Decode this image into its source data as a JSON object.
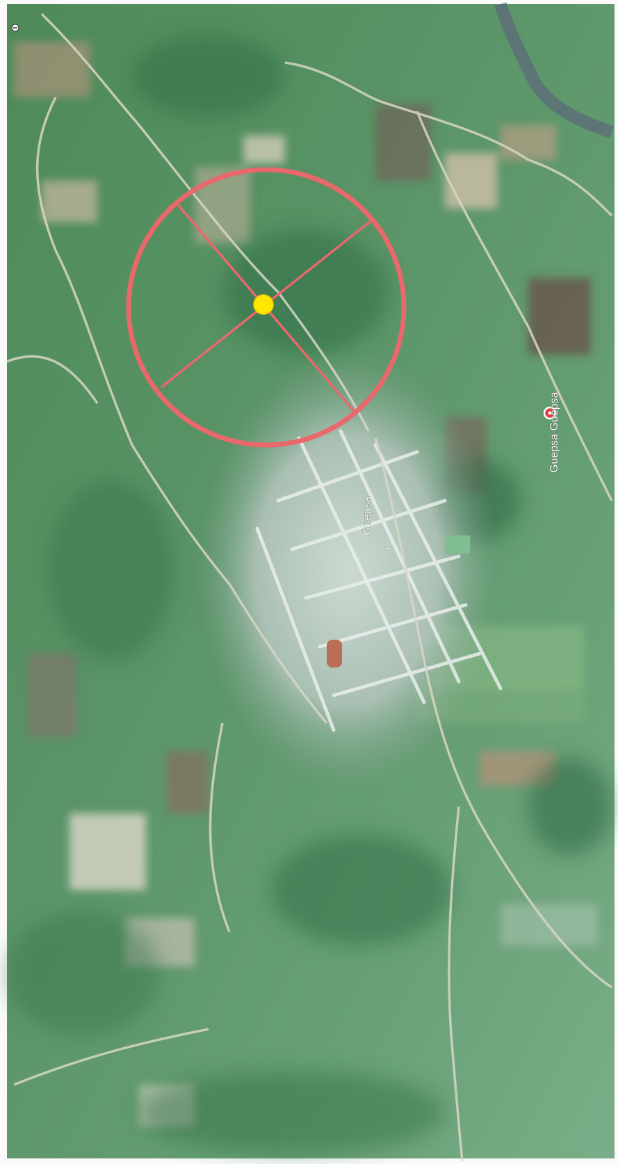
{
  "map": {
    "view": "satellite",
    "rotation_degrees": -90,
    "place_labels": {
      "pin_label": "Guepsa Guepsa",
      "town_label": "Guepsa",
      "road_shield": "II"
    },
    "colors": {
      "target_ring": "#e8686b",
      "center_dot": "#ffe600",
      "pin": "#d9423c",
      "vegetation": "#4f8a5d",
      "urban": "#c9d2d0",
      "border": "#ffffff"
    },
    "icons": [
      "location-pin-icon",
      "north-arrow-icon"
    ]
  }
}
